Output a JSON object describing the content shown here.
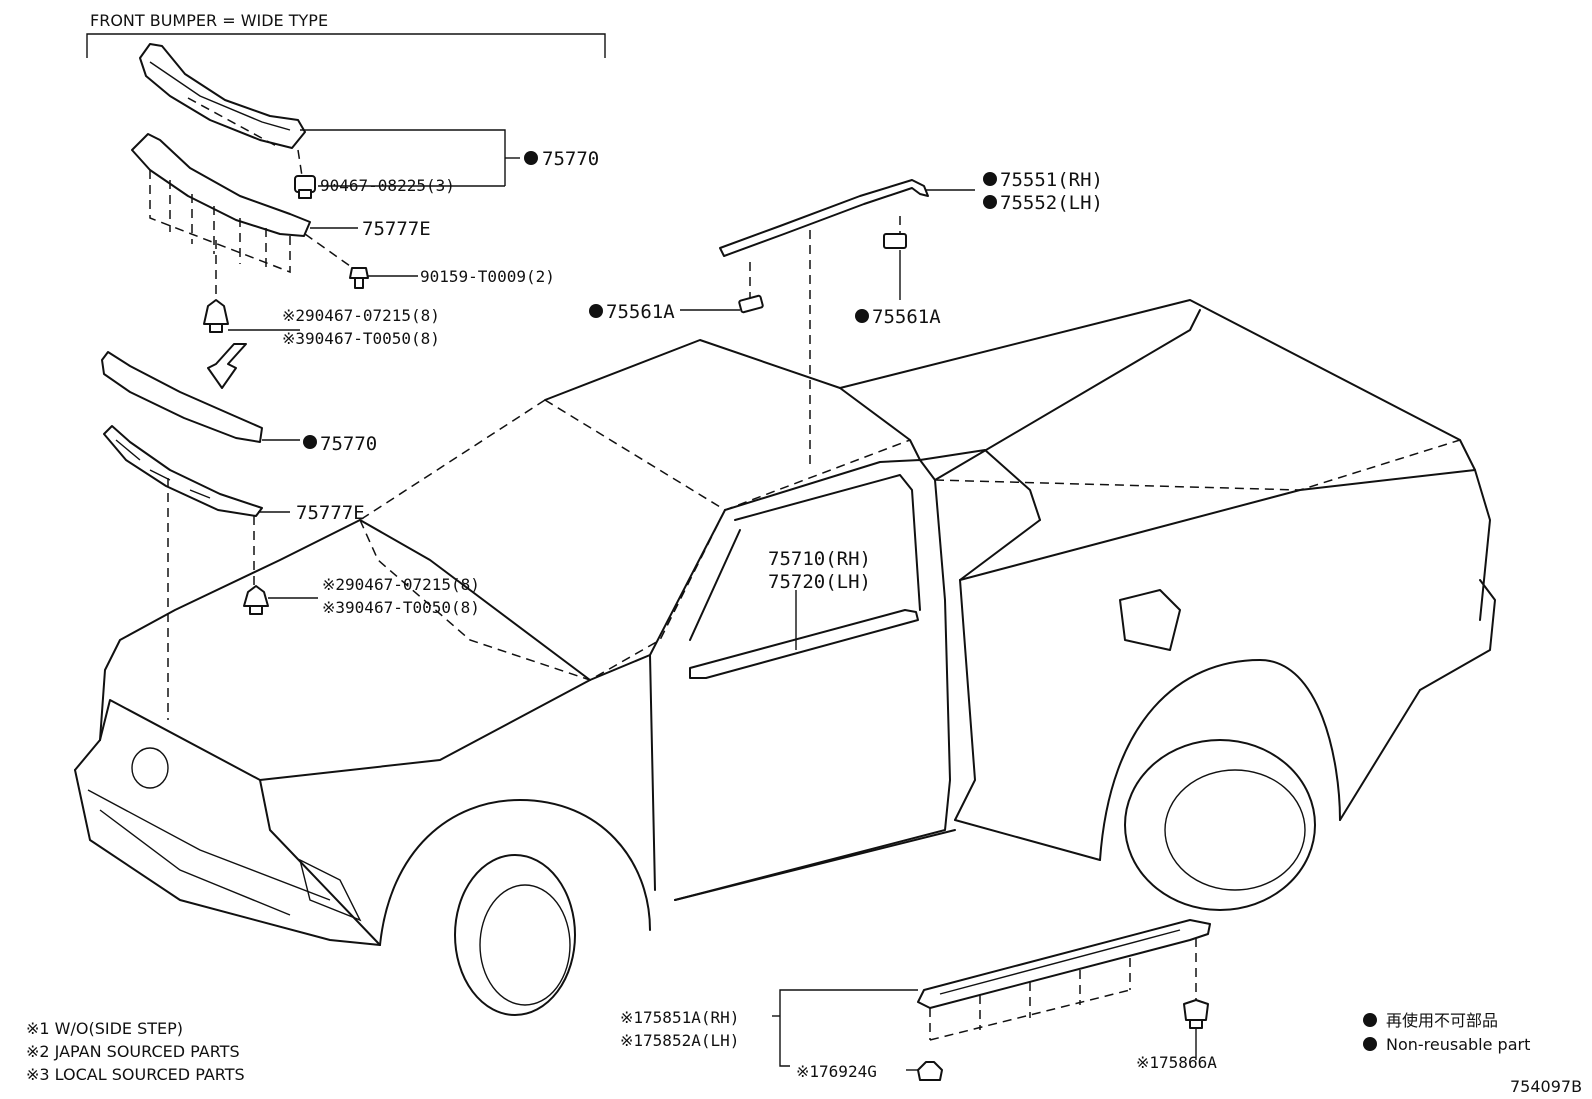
{
  "header": {
    "title": "FRONT BUMPER = WIDE TYPE"
  },
  "callouts": {
    "c75770_top": "75770",
    "c90467_08225": "90467-08225(3)",
    "c75777E_top": "75777E",
    "c90159": "90159-T0009(2)",
    "c2_90467_07215_a": "※290467-07215(8)",
    "c3_90467_T0050_a": "※390467-T0050(8)",
    "c75770_mid": "75770",
    "c75777E_mid": "75777E",
    "c2_90467_07215_b": "※290467-07215(8)",
    "c3_90467_T0050_b": "※390467-T0050(8)",
    "c75551": "75551(RH)",
    "c75552": "75552(LH)",
    "c75561A_left": "75561A",
    "c75561A_right": "75561A",
    "c75710": "75710(RH)",
    "c75720": "75720(LH)",
    "c75851A": "※175851A(RH)",
    "c75852A": "※175852A(LH)",
    "c76924G": "※176924G",
    "c75866A": "※175866A"
  },
  "notes": {
    "n1": "※1 W/O(SIDE STEP)",
    "n2": "※2 JAPAN SOURCED PARTS",
    "n3": "※3 LOCAL SOURCED PARTS"
  },
  "legend": {
    "jp": "再使用不可部品",
    "en": "Non-reusable part"
  },
  "figure_id": "754097B"
}
